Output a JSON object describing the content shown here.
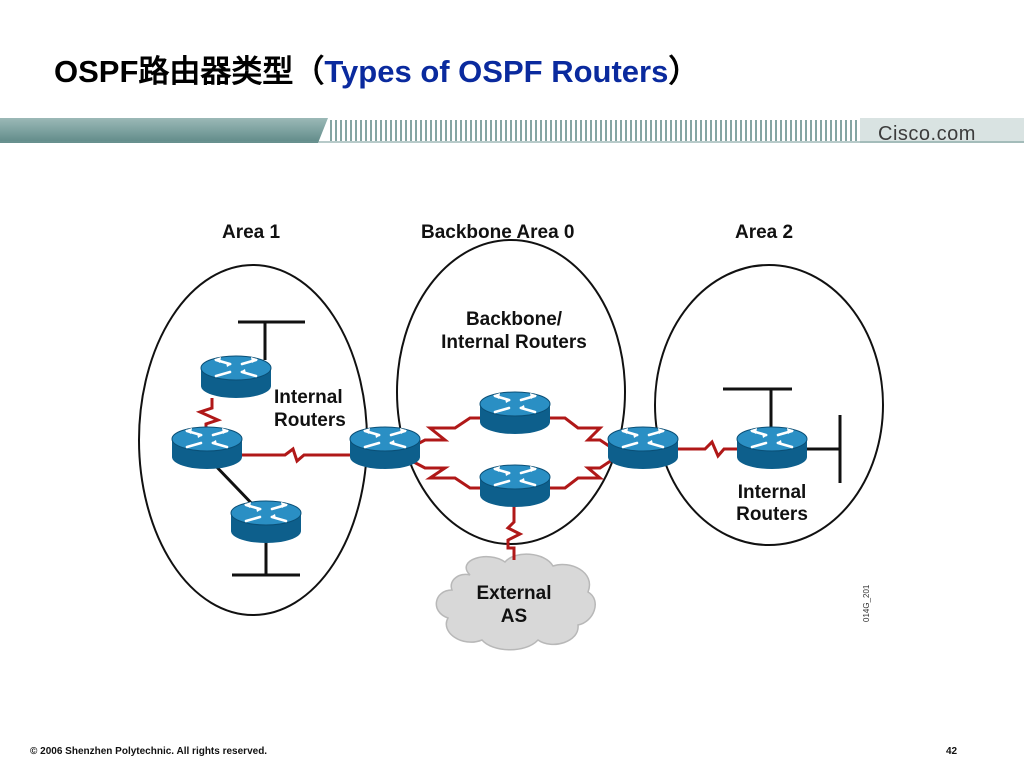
{
  "slide": {
    "title_cn": "OSPF路由器类型（",
    "title_en": "Types of OSPF Routers",
    "title_close": "）",
    "brand": "Cisco.com",
    "footer": "© 2006 Shenzhen Polytechnic. All rights reserved.",
    "page_number": "42"
  },
  "diagram": {
    "area1_label": "Area 1",
    "area0_label": "Backbone Area 0",
    "area2_label": "Area 2",
    "area1_internal_label_line1": "Internal",
    "area1_internal_label_line2": "Routers",
    "backbone_label_line1": "Backbone/",
    "backbone_label_line2": "Internal Routers",
    "area2_internal_label_line1": "Internal",
    "area2_internal_label_line2": "Routers",
    "external_label_line1": "External",
    "external_label_line2": "AS",
    "figure_id": "014G_201",
    "colors": {
      "router": "#2a8fc4",
      "router_dark": "#0d5f8c",
      "serial_link": "#b01818",
      "ethernet": "#111111",
      "cloud": "#d8d8d8"
    }
  }
}
